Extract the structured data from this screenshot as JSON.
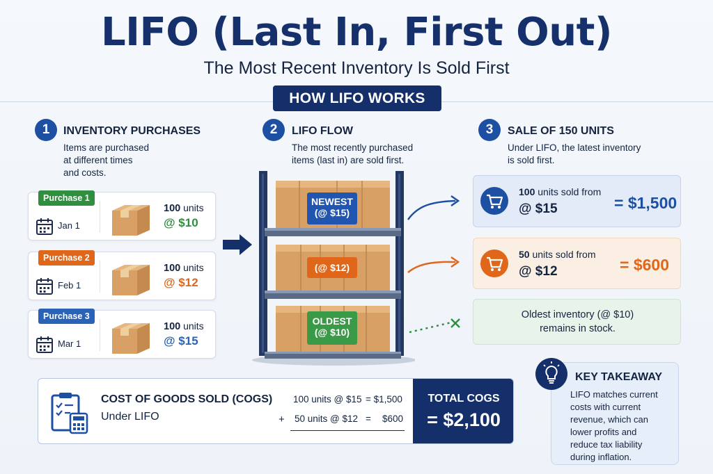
{
  "header": {
    "title": "LIFO (Last In, First Out)",
    "subtitle": "The Most Recent Inventory Is Sold First",
    "badge": "HOW LIFO WORKS"
  },
  "steps": [
    {
      "number": "1",
      "title": "INVENTORY PURCHASES",
      "desc1": "Items are purchased",
      "desc2": "at different times",
      "desc3": "and costs."
    },
    {
      "number": "2",
      "title": "LIFO FLOW",
      "desc1": "The most recently purchased",
      "desc2": "items (last in) are sold first."
    },
    {
      "number": "3",
      "title": "SALE OF 150 UNITS",
      "desc1": "Under LIFO, the latest inventory",
      "desc2": "is sold first."
    }
  ],
  "purchases": [
    {
      "tag": "Purchase 1",
      "date": "Jan 1",
      "units_num": "100",
      "units_word": " units",
      "cost": "@ $10",
      "color": "#2f8f3e"
    },
    {
      "tag": "Purchase 2",
      "date": "Feb 1",
      "units_num": "100",
      "units_word": " units",
      "cost": "@ $12",
      "color": "#e0661a"
    },
    {
      "tag": "Purchase 3",
      "date": "Mar 1",
      "units_num": "100",
      "units_word": " units",
      "cost": "@ $15",
      "color": "#2a62b8"
    }
  ],
  "shelf": {
    "top_label1": "NEWEST",
    "top_label2": "(@ $15)",
    "mid_label": "(@ $12)",
    "bottom_label1": "OLDEST",
    "bottom_label2": "(@ $10)"
  },
  "sales": [
    {
      "line1_num": "100",
      "line1_text": " units sold from",
      "line2": "@ $15",
      "total": "= $1,500"
    },
    {
      "line1_num": "50",
      "line1_text": " units sold from",
      "line2": "@ $12",
      "total": "= $600"
    }
  ],
  "remaining": {
    "line1": "Oldest inventory (@ $10)",
    "line2": "remains in stock."
  },
  "cogs": {
    "title": "COST OF GOODS SOLD (COGS)",
    "subtitle": "Under LIFO",
    "row1_calc": "100 units @ $15",
    "row1_eq": "= $1,500",
    "row2_op": "+",
    "row2_calc": "50 units @ $12",
    "row2_eq": "=",
    "row2_value": "$600",
    "total_label": "TOTAL COGS",
    "total_value": "= $2,100"
  },
  "takeaway": {
    "title": "KEY TAKEAWAY",
    "line1": "LIFO matches current",
    "line2": "costs with current",
    "line3": "revenue, which can",
    "line4": "lower profits and",
    "line5": "reduce tax liability",
    "line6": "during inflation."
  },
  "colors": {
    "navy": "#152f6b",
    "blue": "#2a62b8",
    "orange": "#e0661a",
    "green": "#2f8f3e"
  }
}
